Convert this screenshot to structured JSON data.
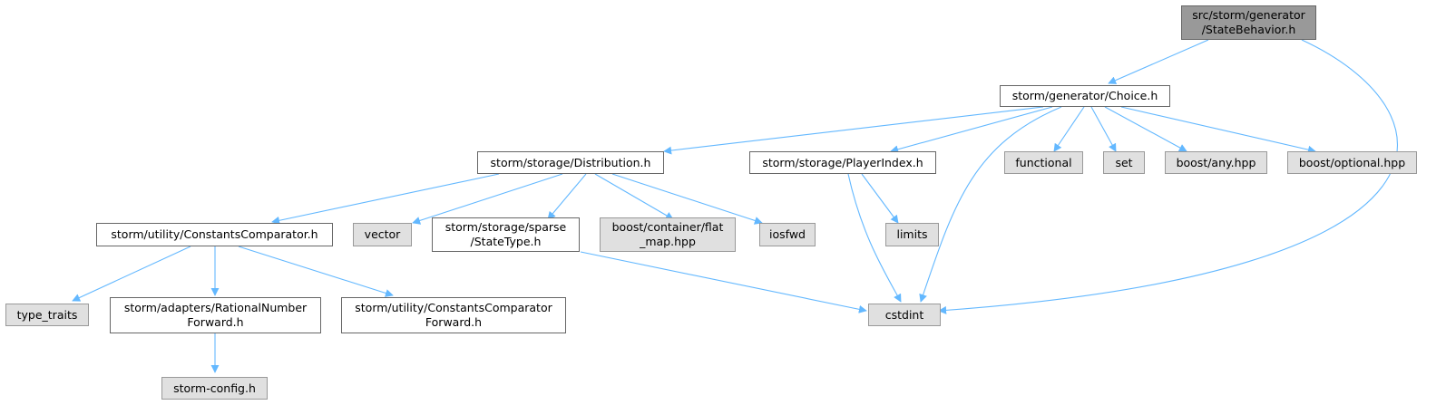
{
  "diagram": {
    "colors": {
      "edge": "#63b8ff",
      "root_fill": "#999999",
      "documented_fill": "#ffffff",
      "system_fill": "#e0e0e0",
      "border": "#666666"
    },
    "nodes": {
      "root": "src/storm/generator\n/StateBehavior.h",
      "choice": "storm/generator/Choice.h",
      "distribution": "storm/storage/Distribution.h",
      "player_index": "storm/storage/PlayerIndex.h",
      "functional": "functional",
      "set": "set",
      "boost_any": "boost/any.hpp",
      "boost_optional": "boost/optional.hpp",
      "constants_comparator": "storm/utility/ConstantsComparator.h",
      "vector": "vector",
      "state_type": "storm/storage/sparse\n/StateType.h",
      "flat_map": "boost/container/flat\n_map.hpp",
      "iosfwd": "iosfwd",
      "limits": "limits",
      "type_traits": "type_traits",
      "rational_number": "storm/adapters/RationalNumber\nForward.h",
      "constants_comparator_fwd": "storm/utility/ConstantsComparator\nForward.h",
      "cstdint": "cstdint",
      "storm_config": "storm-config.h"
    }
  }
}
